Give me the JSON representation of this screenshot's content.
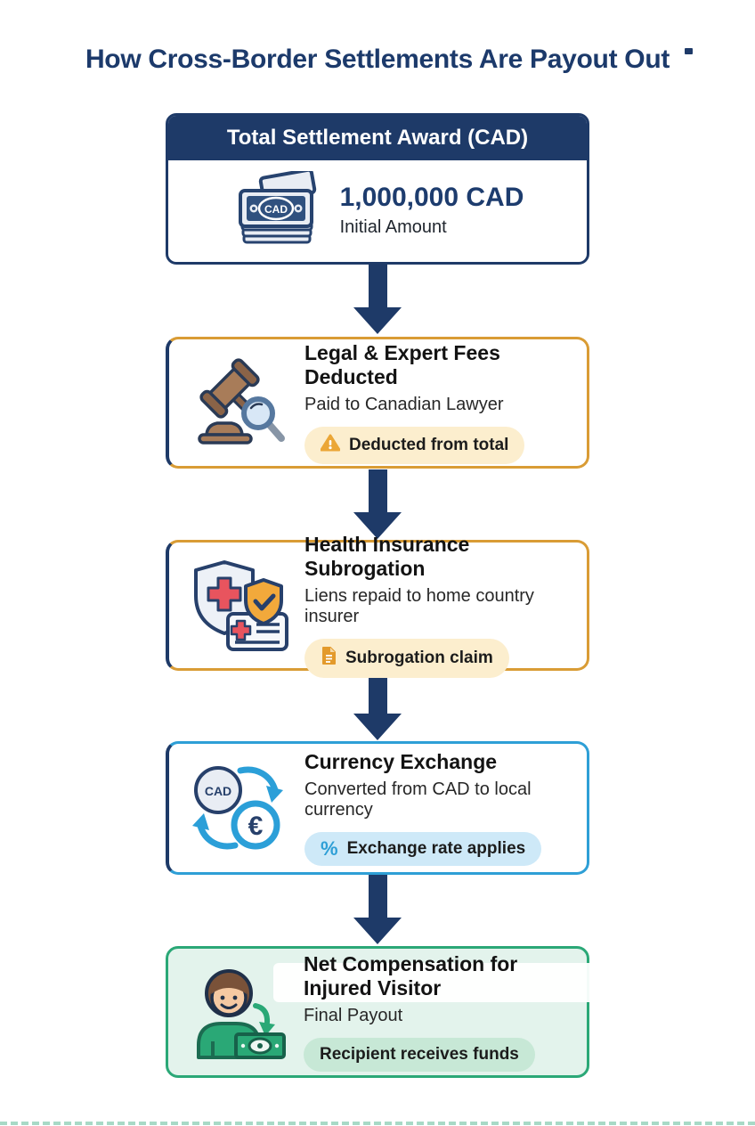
{
  "page": {
    "title": "How Cross-Border Settlements Are Payout Out"
  },
  "award": {
    "header": "Total Settlement Award (CAD)",
    "amount": "1,000,000 CAD",
    "caption": "Initial Amount",
    "icon": "cad-banknotes-icon"
  },
  "steps": [
    {
      "title": "Legal & Expert Fees Deducted",
      "subtitle": "Paid to Canadian Lawyer",
      "badge": "Deducted from total",
      "badge_icon": "warning-triangle-icon",
      "icon": "gavel-magnifier-icon",
      "accent_color": "#D99C35",
      "badge_bg": "#FCEECE"
    },
    {
      "title": "Health Insurance Subrogation",
      "subtitle": "Liens repaid to home country insurer",
      "badge": "Subrogation claim",
      "badge_icon": "document-icon",
      "icon": "health-insurance-icon",
      "accent_color": "#D99C35",
      "badge_bg": "#FCEECE"
    },
    {
      "title": "Currency Exchange",
      "subtitle": "Converted from CAD to local currency",
      "badge": "Exchange rate applies",
      "badge_icon": "percent-icon",
      "icon": "currency-exchange-icon",
      "accent_color": "#2E9FD6",
      "badge_bg": "#CEE9F8"
    },
    {
      "title": "Net Compensation for Injured Visitor",
      "subtitle": "Final Payout",
      "badge": "Recipient receives funds",
      "badge_icon": "",
      "icon": "recipient-person-icon",
      "accent_color": "#2BA877",
      "badge_bg": "#C7E8D6",
      "body_bg": "#E3F3EC"
    }
  ],
  "icon_labels": {
    "cad": "CAD",
    "euro": "€",
    "percent": "%"
  },
  "colors": {
    "navy": "#1E3A68",
    "title_text": "#1C3A6B",
    "arrow": "#1E3A68",
    "gold_accent": "#D99C35",
    "blue_accent": "#2E9FD6",
    "green_accent": "#2BA877",
    "green_body": "#E3F3EC"
  }
}
